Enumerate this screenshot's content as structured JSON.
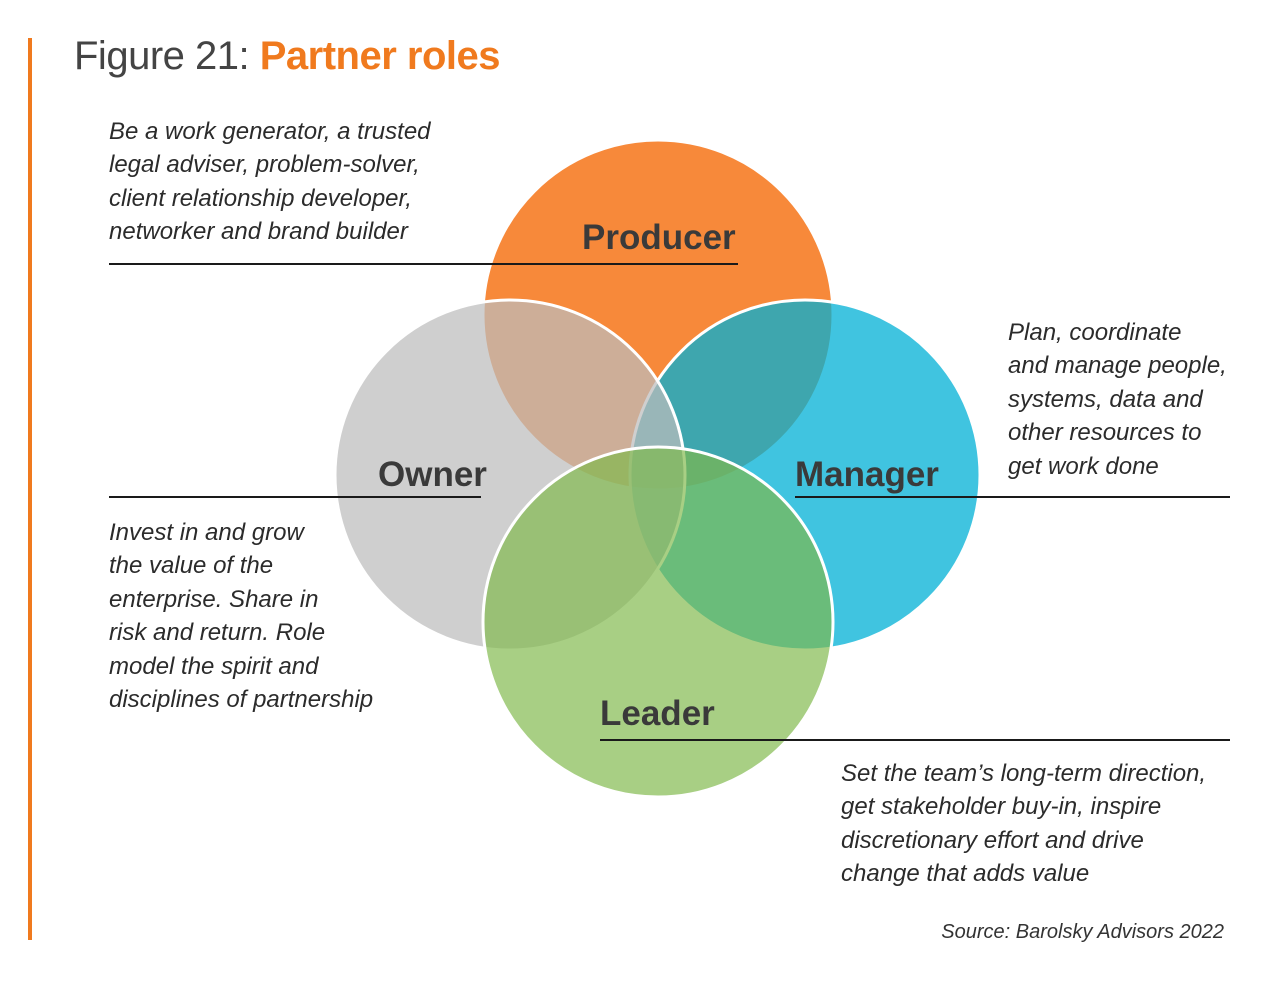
{
  "figure": {
    "prefix": "Figure 21: ",
    "title": "Partner roles",
    "accent_color": "#f07a1e"
  },
  "roles": {
    "producer": {
      "label": "Producer",
      "color": "#f7893a",
      "description": [
        "Be a work generator, a trusted",
        "legal adviser, problem-solver,",
        "client relationship developer,",
        "networker and brand builder"
      ]
    },
    "manager": {
      "label": "Manager",
      "color": "#00b0d6",
      "description": [
        "Plan, coordinate",
        "and manage people,",
        "systems, data and",
        "other resources to",
        "get work done"
      ]
    },
    "owner": {
      "label": "Owner",
      "color": "#bdbdbd",
      "description": [
        "Invest in and grow",
        "the value of the",
        "enterprise. Share in",
        "risk and return. Role",
        "model the spirit and",
        "disciplines of partnership"
      ]
    },
    "leader": {
      "label": "Leader",
      "color": "#7fb84a",
      "description": [
        "Set the team’s long-term direction,",
        "get stakeholder buy-in, inspire",
        "discretionary effort and drive",
        "change that adds value"
      ]
    }
  },
  "source": "Source: Barolsky Advisors 2022"
}
